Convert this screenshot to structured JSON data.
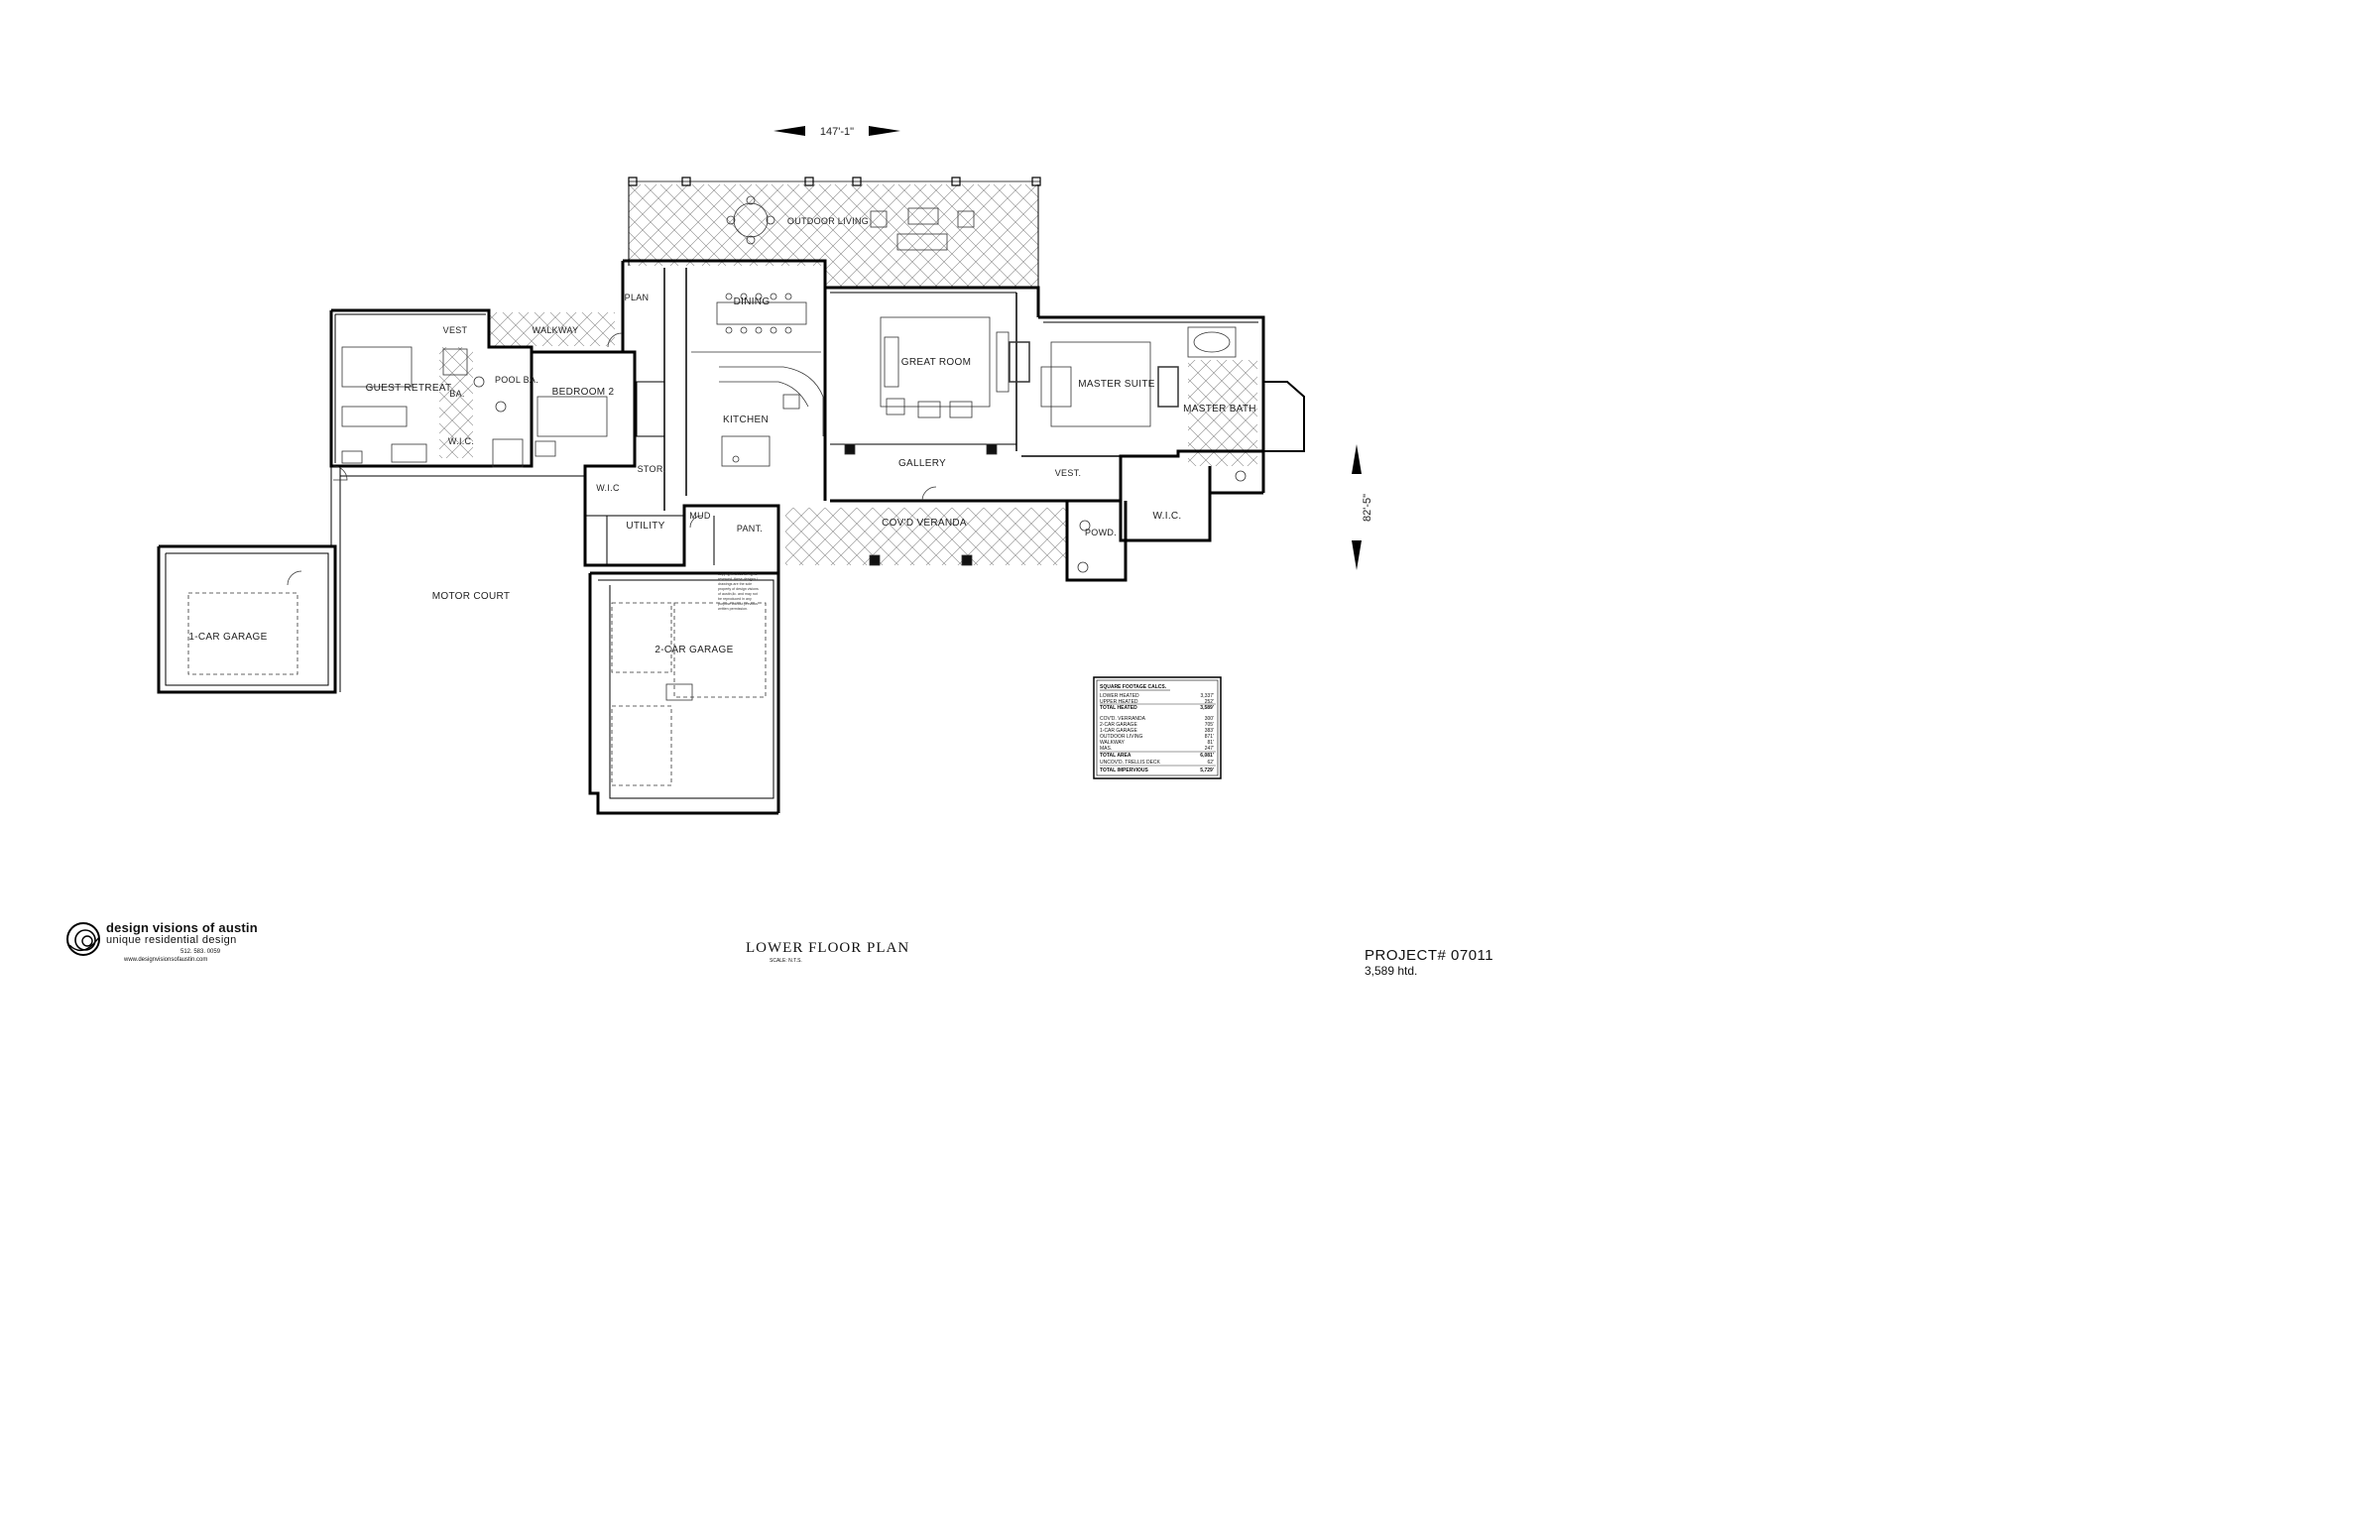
{
  "drawing": {
    "overall_width_dim": "147'-1\"",
    "overall_depth_dim": "82'-5\"",
    "title": "LOWER FLOOR PLAN",
    "scale_note": "SCALE: N.T.S.",
    "project_number": "PROJECT# 07011",
    "heated_area": "3,589 htd."
  },
  "rooms": {
    "outdoor_living": "OUTDOOR LIVING",
    "walkway": "WALKWAY",
    "vest_left": "VEST",
    "plan": "PLAN",
    "dining": "DINING",
    "great_room": "GREAT ROOM",
    "master_suite": "MASTER SUITE",
    "master_bath": "MASTER BATH",
    "guest_retreat": "GUEST RETREAT",
    "ba": "BA.",
    "pool_ba": "POOL BA.",
    "wic_guest": "W.I.C.",
    "bedroom_2": "BEDROOM 2",
    "kitchen": "KITCHEN",
    "gallery": "GALLERY",
    "vest_right": "VEST.",
    "wic_master": "W.I.C.",
    "wic_bed2": "W.I.C",
    "stor": "STOR.",
    "utility": "UTILITY",
    "mud": "MUD",
    "pant": "PANT.",
    "covd_veranda": "COV'D VERANDA",
    "powd": "POWD.",
    "motor_court": "MOTOR COURT",
    "garage_1car": "1-CAR GARAGE",
    "garage_2car": "2-CAR GARAGE"
  },
  "copyright_note": [
    "copyright©2016 all rights",
    "reserved. these designs /",
    "drawings are the sole",
    "property of design visions",
    "of austin,llc. and may not",
    "be reproduced in any",
    "purpose without previous",
    "written permission."
  ],
  "sqft_table": {
    "heading": "SQUARE FOOTAGE CALCS.",
    "rows": [
      {
        "label": "LOWER HEATED",
        "value": "3,337'"
      },
      {
        "label": "UPPER HEATED",
        "value": "252'"
      },
      {
        "label": "TOTAL HEATED",
        "value": "3,589'",
        "bold": true
      },
      {
        "label": "COV'D. VERRANDA",
        "value": "300'"
      },
      {
        "label": "2-CAR GARAGE",
        "value": "705'"
      },
      {
        "label": "1-CAR GARAGE",
        "value": "383'"
      },
      {
        "label": "OUTDOOR LIVING",
        "value": "871'"
      },
      {
        "label": "WALKWAY",
        "value": "81'"
      },
      {
        "label": "MAS.",
        "value": "247'"
      },
      {
        "label": "TOTAL AREA",
        "value": "6,081'",
        "bold": true
      },
      {
        "label": "UNCOV'D. TRELLIS DECK",
        "value": "62'"
      },
      {
        "label": "TOTAL IMPERVIOUS",
        "value": "5,729'",
        "bold": true
      }
    ]
  },
  "company": {
    "name": "design visions of austin",
    "tagline": "unique residential design",
    "phone": "512. 583. 0059",
    "website": "www.designvisionsofaustin.com"
  }
}
